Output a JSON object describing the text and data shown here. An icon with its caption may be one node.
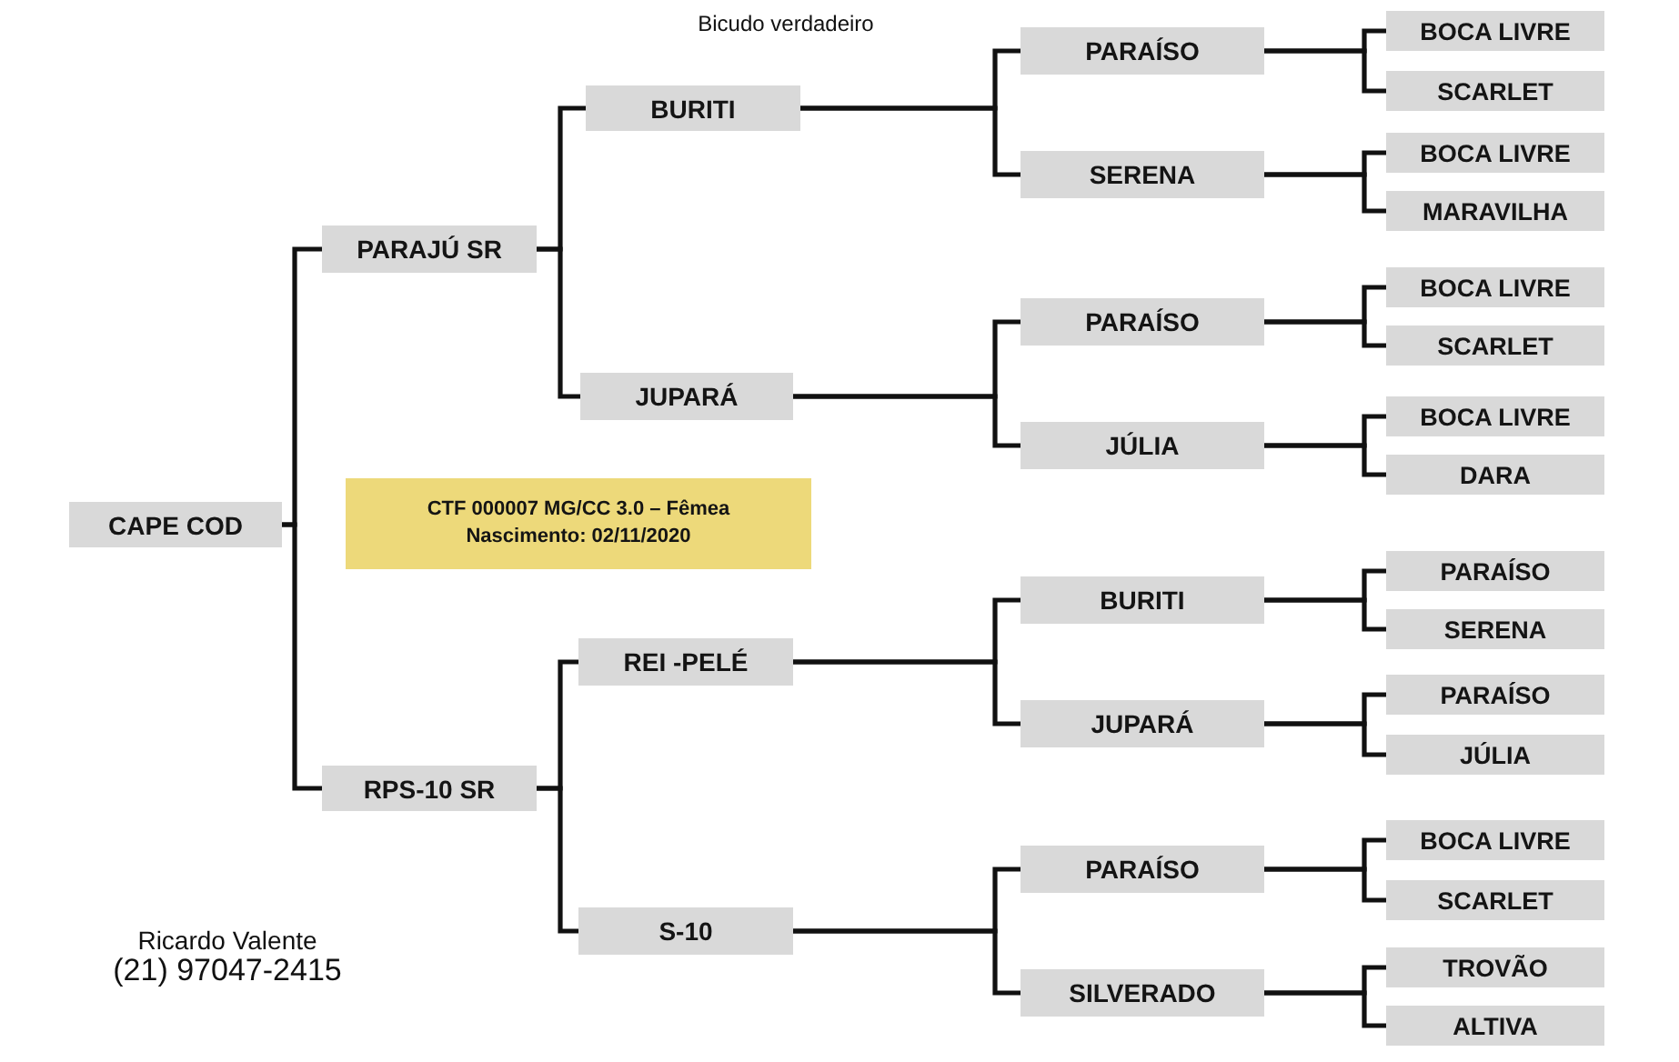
{
  "diagram": {
    "title": "Bicudo verdadeiro",
    "nodes": [
      {
        "text": [
          "CAPE COD"
        ]
      },
      {
        "text": [
          "PARAJÚ SR"
        ]
      },
      {
        "text": [
          "RPS-10 SR"
        ]
      },
      {
        "text": [
          "BURITI"
        ]
      },
      {
        "text": [
          "JUPARÁ"
        ]
      },
      {
        "text": [
          "REI -PELÉ"
        ]
      },
      {
        "text": [
          "S-10"
        ]
      },
      {
        "text": [
          "PARAÍSO"
        ]
      },
      {
        "text": [
          "SERENA"
        ]
      },
      {
        "text": [
          "PARAÍSO"
        ]
      },
      {
        "text": [
          "JÚLIA"
        ]
      },
      {
        "text": [
          "BURITI"
        ]
      },
      {
        "text": [
          "JUPARÁ"
        ]
      },
      {
        "text": [
          "PARAÍSO"
        ]
      },
      {
        "text": [
          "SILVERADO"
        ]
      },
      {
        "text": [
          "BOCA LIVRE"
        ]
      },
      {
        "text": [
          "SCARLET"
        ]
      },
      {
        "text": [
          "BOCA LIVRE"
        ]
      },
      {
        "text": [
          "MARAVILHA"
        ]
      },
      {
        "text": [
          "BOCA LIVRE"
        ]
      },
      {
        "text": [
          "SCARLET"
        ]
      },
      {
        "text": [
          "BOCA LIVRE"
        ]
      },
      {
        "text": [
          "DARA"
        ]
      },
      {
        "text": [
          "PARAÍSO"
        ]
      },
      {
        "text": [
          "SERENA"
        ]
      },
      {
        "text": [
          "PARAÍSO"
        ]
      },
      {
        "text": [
          "JÚLIA"
        ]
      },
      {
        "text": [
          "BOCA LIVRE"
        ]
      },
      {
        "text": [
          "SCARLET"
        ]
      },
      {
        "text": [
          "TROVÃO"
        ]
      },
      {
        "text": [
          "ALTIVA"
        ]
      },
      {
        "text": [
          "CTF 000007 MG/CC 3.0 – Fêmea",
          "Nascimento: 02/11/2020"
        ]
      }
    ],
    "edges": [
      {
        "from": 0,
        "to": 1,
        "arrow": "none"
      },
      {
        "from": 0,
        "to": 2,
        "arrow": "none"
      },
      {
        "from": 1,
        "to": 3,
        "arrow": "none"
      },
      {
        "from": 1,
        "to": 4,
        "arrow": "none"
      },
      {
        "from": 2,
        "to": 5,
        "arrow": "none"
      },
      {
        "from": 2,
        "to": 6,
        "arrow": "none"
      },
      {
        "from": 3,
        "to": 7,
        "arrow": "none"
      },
      {
        "from": 3,
        "to": 8,
        "arrow": "none"
      },
      {
        "from": 4,
        "to": 9,
        "arrow": "none"
      },
      {
        "from": 4,
        "to": 10,
        "arrow": "none"
      },
      {
        "from": 5,
        "to": 11,
        "arrow": "none"
      },
      {
        "from": 5,
        "to": 12,
        "arrow": "none"
      },
      {
        "from": 6,
        "to": 13,
        "arrow": "none"
      },
      {
        "from": 6,
        "to": 14,
        "arrow": "none"
      },
      {
        "from": 7,
        "to": 15,
        "arrow": "none"
      },
      {
        "from": 7,
        "to": 16,
        "arrow": "none"
      },
      {
        "from": 8,
        "to": 17,
        "arrow": "none"
      },
      {
        "from": 8,
        "to": 18,
        "arrow": "none"
      },
      {
        "from": 9,
        "to": 19,
        "arrow": "none"
      },
      {
        "from": 9,
        "to": 20,
        "arrow": "none"
      },
      {
        "from": 10,
        "to": 21,
        "arrow": "none"
      },
      {
        "from": 10,
        "to": 22,
        "arrow": "none"
      },
      {
        "from": 11,
        "to": 23,
        "arrow": "none"
      },
      {
        "from": 11,
        "to": 24,
        "arrow": "none"
      },
      {
        "from": 12,
        "to": 25,
        "arrow": "none"
      },
      {
        "from": 12,
        "to": 26,
        "arrow": "none"
      },
      {
        "from": 13,
        "to": 27,
        "arrow": "none"
      },
      {
        "from": 13,
        "to": 28,
        "arrow": "none"
      },
      {
        "from": 14,
        "to": 29,
        "arrow": "none"
      },
      {
        "from": 14,
        "to": 30,
        "arrow": "none"
      }
    ],
    "labels": [
      "Ricardo Valente",
      "(21) 97047-2415"
    ]
  }
}
